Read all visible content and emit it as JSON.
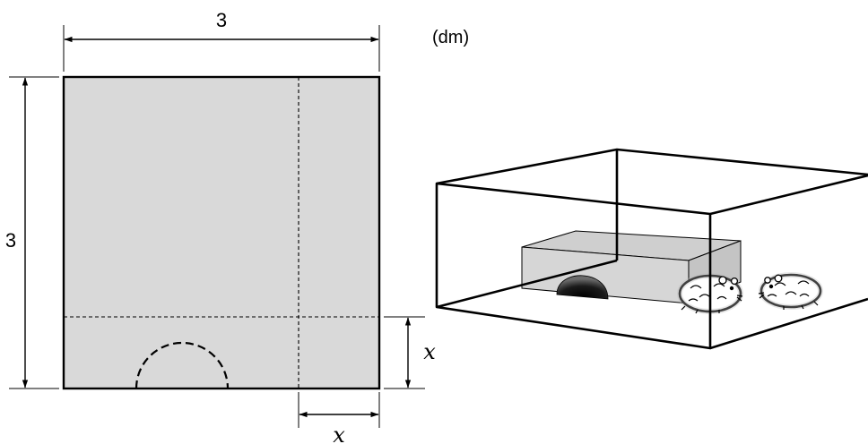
{
  "diagram": {
    "width_label": "3",
    "height_label": "3",
    "unit_label": "(dm)",
    "cut_height_label": "x",
    "cut_width_label": "x"
  },
  "colors": {
    "sheet_fill": "#d9d9d9",
    "box_top_fill": "#cfcfcf",
    "box_front_fill": "#d6d6d6",
    "box_side_fill": "#c4c4c4",
    "outline": "#000000"
  },
  "icons": [
    "hamster-icon",
    "hamster-icon"
  ]
}
